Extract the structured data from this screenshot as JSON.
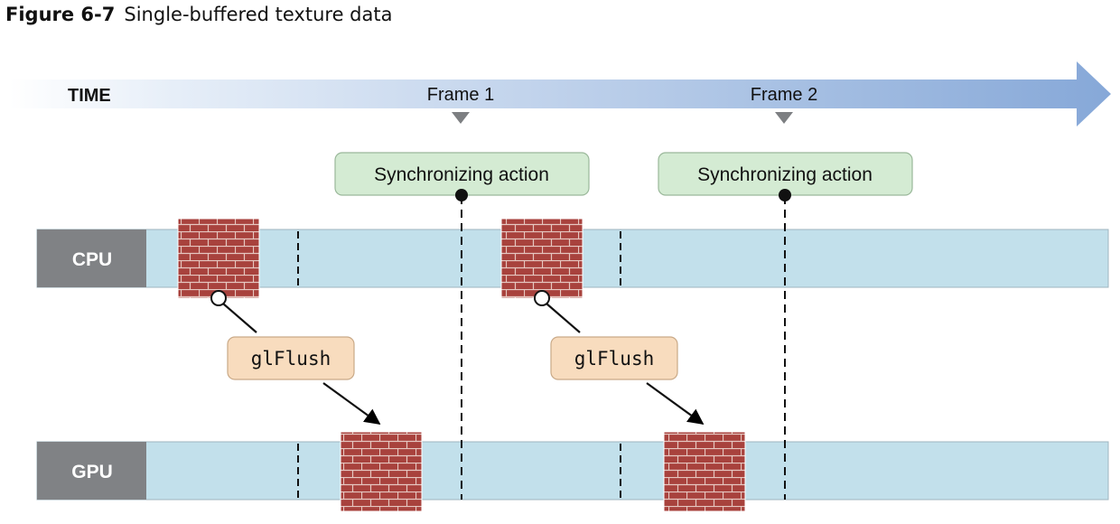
{
  "figure": {
    "number": "Figure 6-7",
    "title": "Single-buffered texture data"
  },
  "timeline": {
    "label": "TIME",
    "frames": [
      "Frame 1",
      "Frame 2"
    ]
  },
  "sync_labels": [
    "Synchronizing action",
    "Synchronizing action"
  ],
  "lanes": {
    "cpu": "CPU",
    "gpu": "GPU"
  },
  "flush_labels": [
    "glFlush",
    "glFlush"
  ],
  "colors": {
    "time_arrow_start": "#f2f6fb",
    "time_arrow_end": "#86a8d8",
    "lane_bg": "#c2e0eb",
    "lane_label_bg": "#808285",
    "sync_box": "#d4ebd3",
    "flush_box": "#f8dcbe",
    "brick": "#a8423d"
  }
}
